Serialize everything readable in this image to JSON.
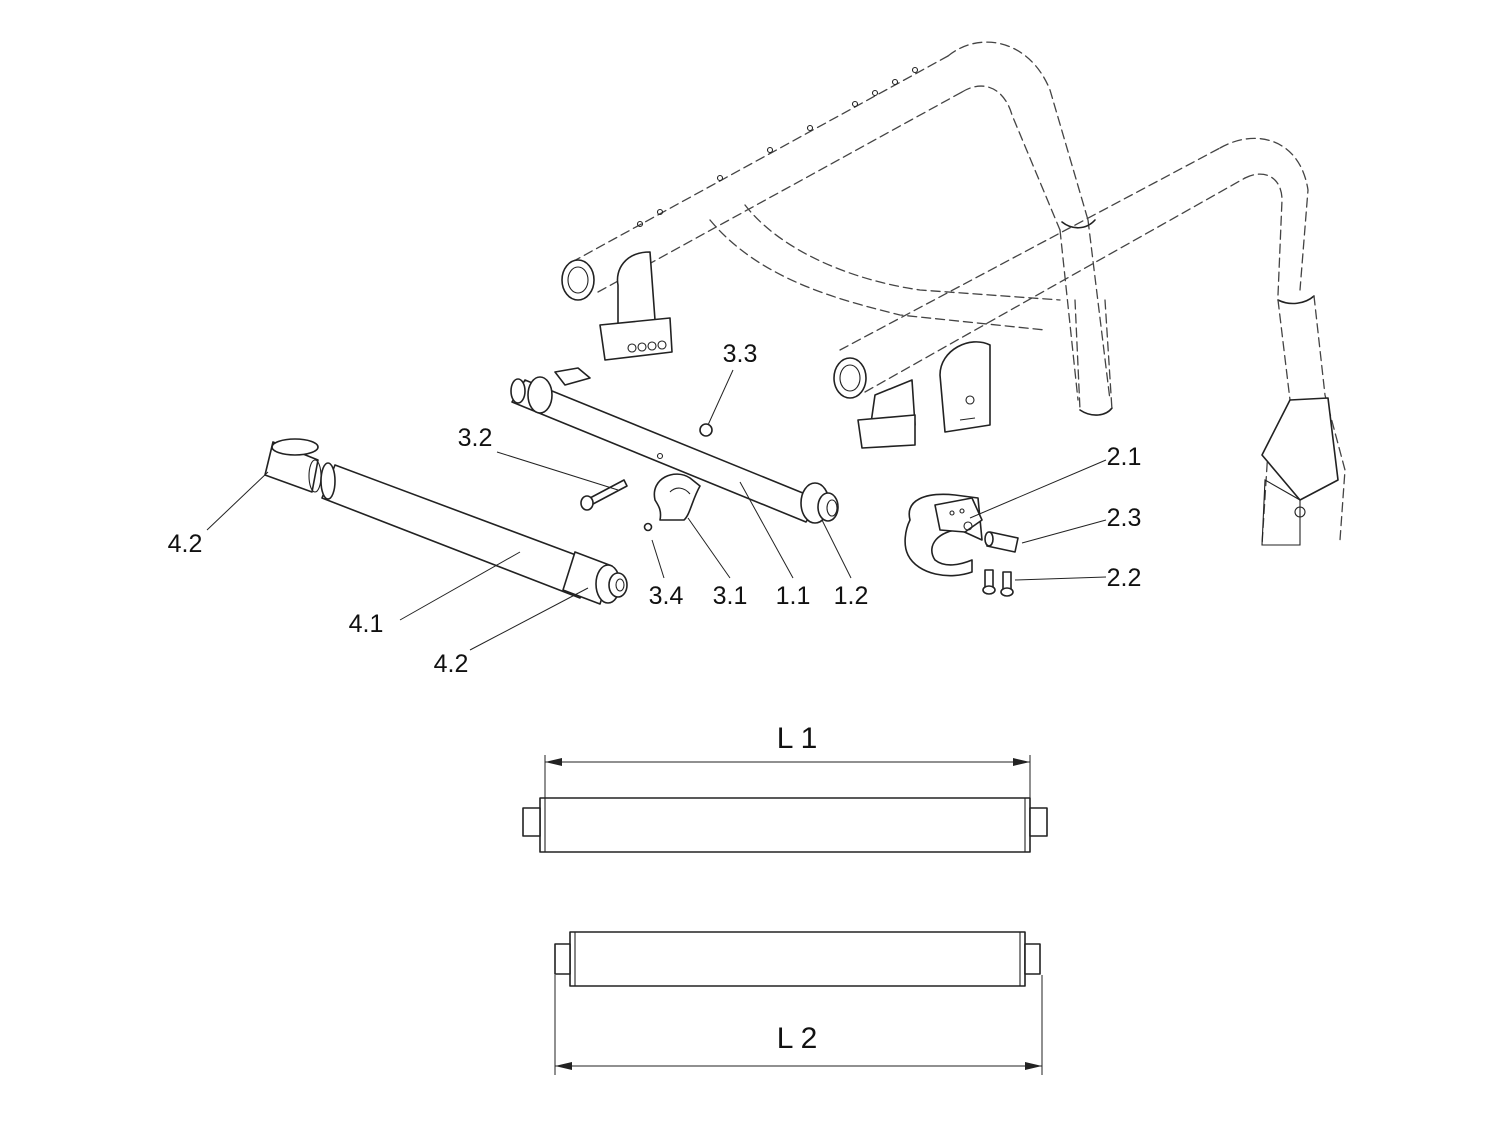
{
  "callouts": [
    {
      "id": "c33",
      "label": "3.3"
    },
    {
      "id": "c32",
      "label": "3.2"
    },
    {
      "id": "c42a",
      "label": "4.2"
    },
    {
      "id": "c41",
      "label": "4.1"
    },
    {
      "id": "c42b",
      "label": "4.2"
    },
    {
      "id": "c34",
      "label": "3.4"
    },
    {
      "id": "c31",
      "label": "3.1"
    },
    {
      "id": "c11",
      "label": "1.1"
    },
    {
      "id": "c12",
      "label": "1.2"
    },
    {
      "id": "c21",
      "label": "2.1"
    },
    {
      "id": "c23",
      "label": "2.3"
    },
    {
      "id": "c22",
      "label": "2.2"
    }
  ],
  "dimensions": {
    "l1": "L 1",
    "l2": "L 2"
  }
}
